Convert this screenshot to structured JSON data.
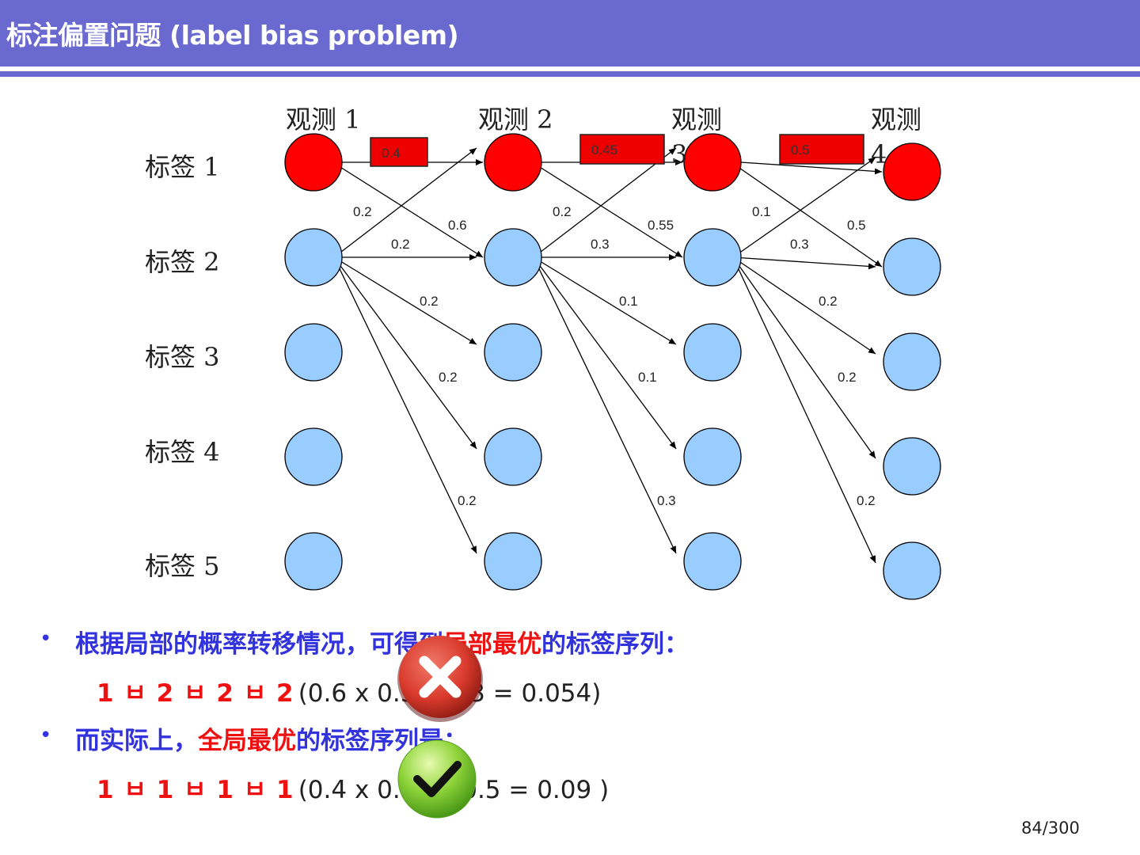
{
  "slide": {
    "title": "标注偏置问题 (label bias problem)",
    "page_number": "84/300"
  },
  "diagram": {
    "observations": [
      "观测 1",
      "观测 2",
      "观测 3",
      "观测 4"
    ],
    "labels": [
      "标签 1",
      "标签 2",
      "标签 3",
      "标签 4",
      "标签 5"
    ],
    "highlight_boxes": [
      "0.4",
      "0.45",
      "0.5"
    ],
    "edge_probabilities": [
      [
        "0.2",
        "0.6",
        "0.2",
        "0.2",
        "0.2",
        "0.2"
      ],
      [
        "0.2",
        "0.55",
        "0.3",
        "0.1",
        "0.1",
        "0.3"
      ],
      [
        "0.1",
        "0.5",
        "0.3",
        "0.2",
        "0.2",
        "0.2"
      ]
    ],
    "colors": {
      "top_node": "#ff0000",
      "node": "#99ccff",
      "box": "#ee0000",
      "header": "#6a69cf"
    }
  },
  "text": {
    "bullet1": {
      "prefix": "根据局部的概率转移情况，可得到",
      "highlight": "局部最优",
      "suffix": "的标签序列："
    },
    "seq1": {
      "path": "1 ㅂ 2 ㅂ 2 ㅂ 2",
      "calc": "(0.6 x 0.3 x 0.3 = 0.054)"
    },
    "bullet2": {
      "prefix": "而实际上，",
      "highlight": "全局最优",
      "suffix": "的标签序列是："
    },
    "seq2": {
      "path": "1 ㅂ 1 ㅂ 1 ㅂ 1",
      "calc": "(0.4 x 0.45 x 0.5 = 0.09 )"
    }
  },
  "icons": {
    "wrong": "wrong-cross-icon",
    "right": "check-mark-icon"
  }
}
